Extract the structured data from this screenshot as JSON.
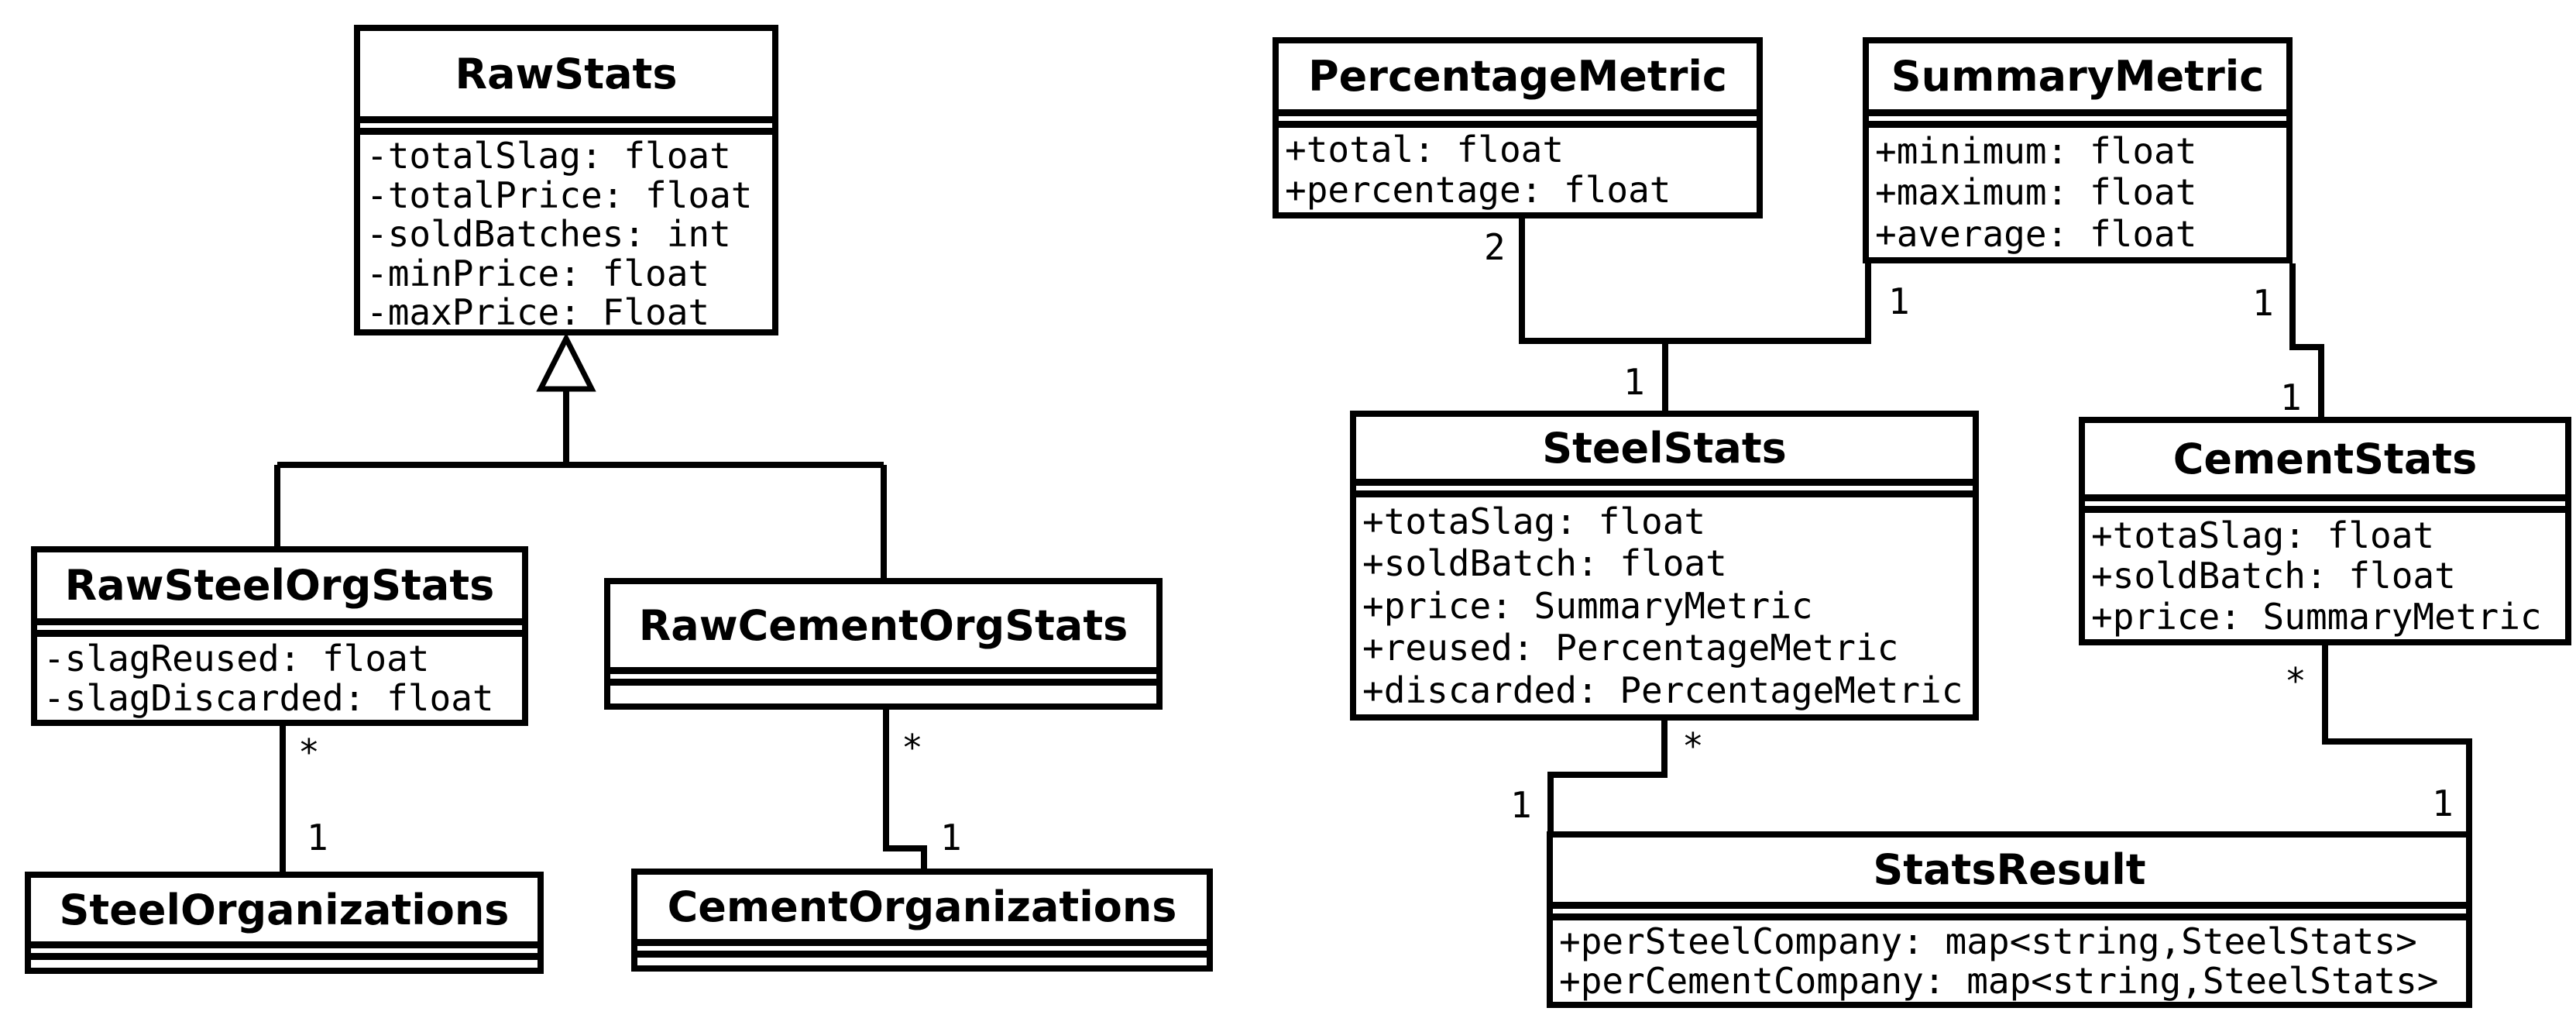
{
  "diagram_type": "uml-class-diagram",
  "colors": {
    "line": "#000000",
    "background": "#ffffff",
    "text": "#000000"
  },
  "classes": [
    {
      "name": "RawStats",
      "attributes": [
        "-totalSlag: float",
        "-totalPrice: float",
        "-soldBatches: int",
        "-minPrice: float",
        "-maxPrice: Float"
      ]
    },
    {
      "name": "RawSteelOrgStats",
      "attributes": [
        "-slagReused: float",
        "-slagDiscarded: float"
      ]
    },
    {
      "name": "RawCementOrgStats",
      "attributes": []
    },
    {
      "name": "SteelOrganizations",
      "attributes": []
    },
    {
      "name": "CementOrganizations",
      "attributes": []
    },
    {
      "name": "PercentageMetric",
      "attributes": [
        "+total: float",
        "+percentage: float"
      ]
    },
    {
      "name": "SummaryMetric",
      "attributes": [
        "+minimum: float",
        "+maximum: float",
        "+average: float"
      ]
    },
    {
      "name": "SteelStats",
      "attributes": [
        "+totaSlag: float",
        "+soldBatch: float",
        "+price: SummaryMetric",
        "+reused: PercentageMetric",
        "+discarded: PercentageMetric"
      ]
    },
    {
      "name": "CementStats",
      "attributes": [
        "+totaSlag: float",
        "+soldBatch: float",
        "+price: SummaryMetric"
      ]
    },
    {
      "name": "StatsResult",
      "attributes": [
        "+perSteelCompany: map<string,SteelStats>",
        "+perCementCompany: map<string,SteelStats>"
      ]
    }
  ],
  "relationships": [
    {
      "type": "generalization",
      "parent": "RawStats",
      "children": [
        "RawSteelOrgStats",
        "RawCementOrgStats"
      ]
    },
    {
      "type": "association",
      "from": "RawSteelOrgStats",
      "from_multiplicity": "*",
      "to": "SteelOrganizations",
      "to_multiplicity": "1"
    },
    {
      "type": "association",
      "from": "RawCementOrgStats",
      "from_multiplicity": "*",
      "to": "CementOrganizations",
      "to_multiplicity": "1"
    },
    {
      "type": "association",
      "from": "PercentageMetric",
      "from_multiplicity": "2",
      "to": "SteelStats",
      "to_multiplicity": "1"
    },
    {
      "type": "association",
      "from": "SummaryMetric",
      "from_multiplicity": "1",
      "to": "SteelStats",
      "to_multiplicity": "1"
    },
    {
      "type": "association",
      "from": "SummaryMetric",
      "from_multiplicity": "1",
      "to": "CementStats",
      "to_multiplicity": "1"
    },
    {
      "type": "association",
      "from": "SteelStats",
      "from_multiplicity": "*",
      "to": "StatsResult",
      "to_multiplicity": "1"
    },
    {
      "type": "association",
      "from": "CementStats",
      "from_multiplicity": "*",
      "to": "StatsResult",
      "to_multiplicity": "1"
    }
  ],
  "multiplicity_labels": [
    {
      "text": "2"
    },
    {
      "text": "1"
    },
    {
      "text": "1"
    },
    {
      "text": "1"
    },
    {
      "text": "1"
    },
    {
      "text": "*"
    },
    {
      "text": "1"
    },
    {
      "text": "*"
    },
    {
      "text": "1"
    },
    {
      "text": "*"
    },
    {
      "text": "1"
    },
    {
      "text": "*"
    },
    {
      "text": "1"
    }
  ]
}
